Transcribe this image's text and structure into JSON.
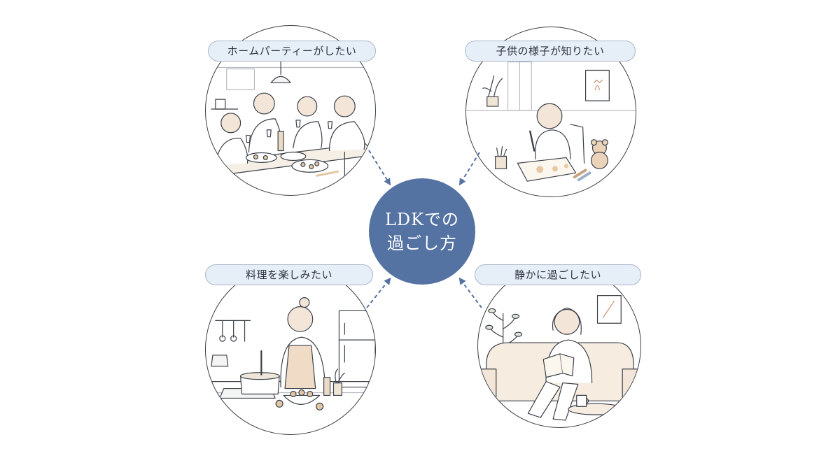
{
  "center": {
    "line1": "LDKでの",
    "line2": "過ごし方"
  },
  "scenes": {
    "party": {
      "label": "ホームパーティーがしたい"
    },
    "kids": {
      "label": "子供の様子が知りたい"
    },
    "cook": {
      "label": "料理を楽しみたい"
    },
    "quiet": {
      "label": "静かに過ごしたい"
    }
  },
  "colors": {
    "center_fill": "#5472a2",
    "pill_fill": "#e6eef7",
    "arrow": "#5472a2",
    "line_art": "#3a3f48",
    "accent_wood": "#e8cfb0"
  }
}
